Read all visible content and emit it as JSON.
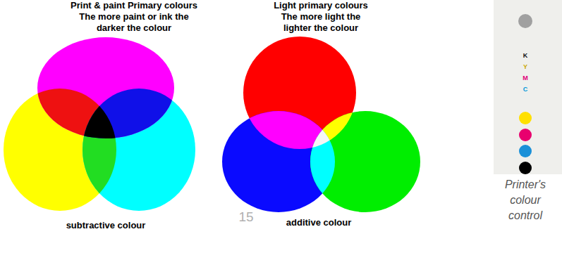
{
  "diagram": {
    "caption": "Printer's colour control",
    "labels": [
      "Print & paint Primary colours The more paint or ink the darker the colour",
      "Light primary colours The more light the lighter the colour",
      "subtractive colour",
      "15",
      "additive colour",
      "K",
      "Y",
      "M",
      "C"
    ]
  }
}
